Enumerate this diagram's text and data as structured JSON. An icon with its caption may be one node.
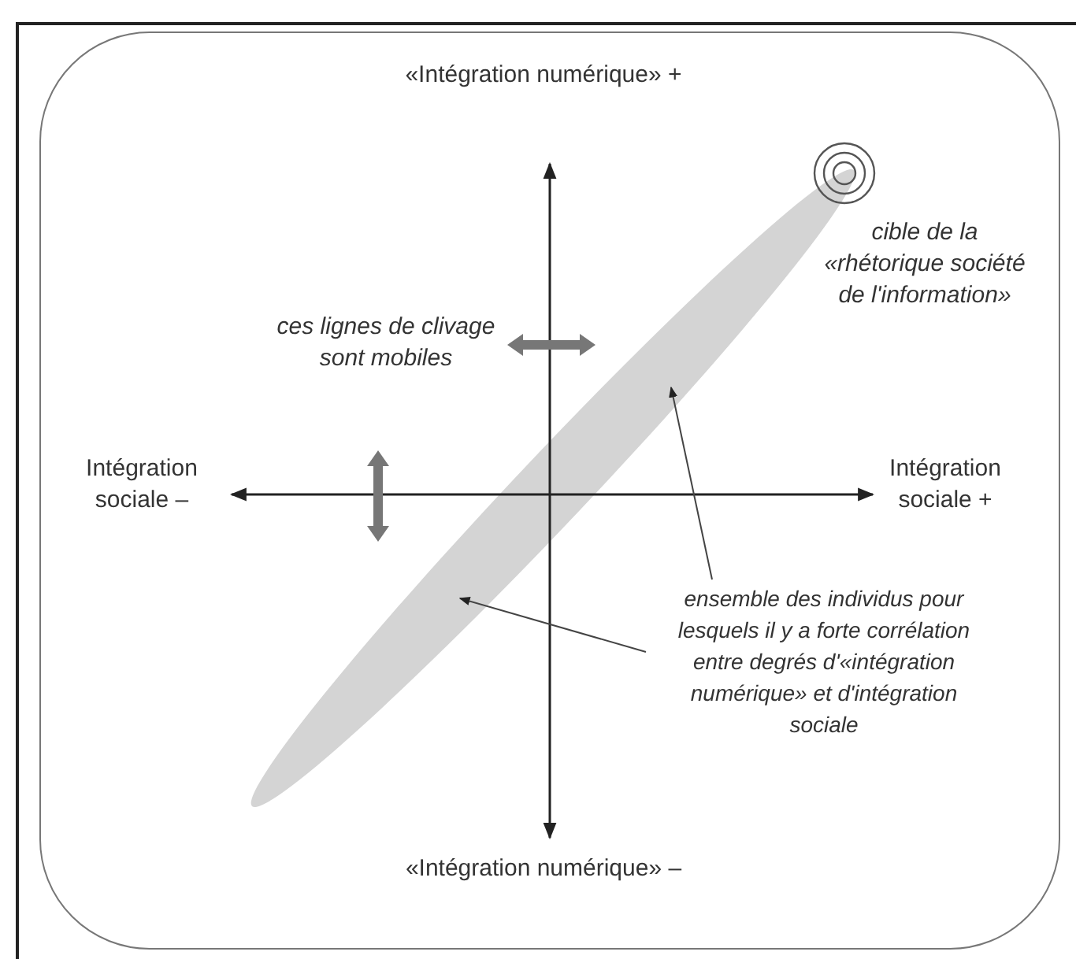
{
  "diagram": {
    "nodes": [
      {
        "text": [],
        "shape": "ellipse"
      },
      {
        "text": [],
        "shape": "circle"
      },
      {
        "text": [
          "ensemble des individus pour lesquels il y a forte corrélation entre degrés d'«intégration numérique» et d'intégration sociale"
        ]
      }
    ],
    "edges": [
      {
        "from": 2,
        "to": 0,
        "arrow": "to"
      },
      {
        "from": 2,
        "to": 0,
        "arrow": "to"
      }
    ],
    "labels": [
      "«Intégration numérique» +",
      "cible de la «rhétorique société de l'information»",
      "ces lignes de clivage sont mobiles",
      "Intégration sociale –",
      "Intégration sociale +",
      "«Intégration numérique» –"
    ]
  }
}
